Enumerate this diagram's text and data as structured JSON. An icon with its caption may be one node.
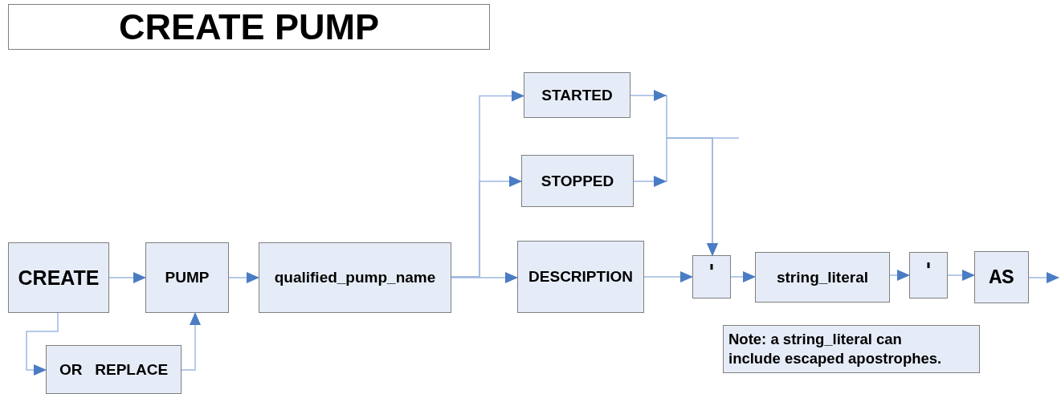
{
  "diagram": {
    "title": "CREATE PUMP",
    "nodes": [
      {
        "text": [
          "CREATE"
        ]
      },
      {
        "text": [
          "PUMP"
        ]
      },
      {
        "text": [
          "qualified_pump_name"
        ]
      },
      {
        "text": [
          "OR   REPLACE"
        ]
      },
      {
        "text": [
          "STARTED"
        ]
      },
      {
        "text": [
          "STOPPED"
        ]
      },
      {
        "text": [
          "DESCRIPTION"
        ]
      },
      {
        "text": [
          "'"
        ]
      },
      {
        "text": [
          "string_literal"
        ]
      },
      {
        "text": [
          "'"
        ]
      },
      {
        "text": [
          "AS"
        ]
      },
      {
        "text": [
          "Note: a string_literal can include escaped apostrophes."
        ]
      }
    ],
    "edges": [
      {
        "from": 0,
        "to": 1,
        "arrow": "to"
      },
      {
        "from": 0,
        "to": 3,
        "arrow": "to"
      },
      {
        "from": 3,
        "to": 1,
        "arrow": "to"
      },
      {
        "from": 1,
        "to": 2,
        "arrow": "to"
      },
      {
        "from": 2,
        "to": 4,
        "arrow": "to"
      },
      {
        "from": 2,
        "to": 5,
        "arrow": "to"
      },
      {
        "from": 2,
        "to": 6,
        "arrow": "to"
      },
      {
        "from": 4,
        "to": 7,
        "arrow": "to"
      },
      {
        "from": 5,
        "to": 7,
        "arrow": "to"
      },
      {
        "from": 6,
        "to": 7,
        "arrow": "to"
      },
      {
        "from": 7,
        "to": 8,
        "arrow": "to"
      },
      {
        "from": 8,
        "to": 9,
        "arrow": "to"
      },
      {
        "from": 9,
        "to": 10,
        "arrow": "to"
      },
      {
        "from": 10,
        "to": null,
        "arrow": "to"
      }
    ]
  }
}
